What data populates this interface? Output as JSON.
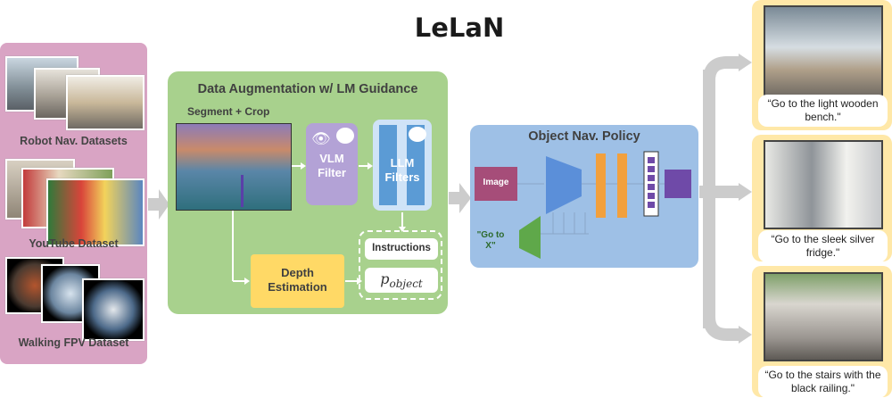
{
  "title": "LeLaN",
  "datasets": {
    "robot": "Robot Nav. Datasets",
    "youtube": "YouTube Dataset",
    "walking": "Walking FPV Dataset"
  },
  "augmentation": {
    "title": "Data Augmentation w/ LM Guidance",
    "segment_crop": "Segment + Crop",
    "vlm_filter": "VLM\nFilter",
    "llm_filters": "LLM\nFilters",
    "depth_estimation": "Depth\nEstimation",
    "instructions": "Instructions",
    "p_object": "p",
    "p_object_sub": "object"
  },
  "policy": {
    "title": "Object Nav. Policy",
    "image": "Image",
    "instruction": "\"Go to\nX\""
  },
  "examples": [
    {
      "caption": "“Go to the light wooden bench.\""
    },
    {
      "caption": "“Go to the sleek silver fridge.\""
    },
    {
      "caption": "“Go to the stairs with the black railing.\""
    }
  ],
  "colors": {
    "datasets_panel": "#d9a4c4",
    "augmentation_panel": "#a8d18d",
    "vlm_filter": "#b3a2d6",
    "llm_filters": "#5b9bd5",
    "depth_estimation": "#ffd966",
    "policy_panel": "#9ec0e6",
    "image_box": "#a64d79",
    "encoder_blue": "#5b8fd9",
    "encoder_green": "#5fa84a",
    "orange_layer": "#f2a03d",
    "output_purple": "#6f4aa8",
    "examples_bg": "#ffe8a8",
    "arrow_gray": "#cccccc"
  }
}
